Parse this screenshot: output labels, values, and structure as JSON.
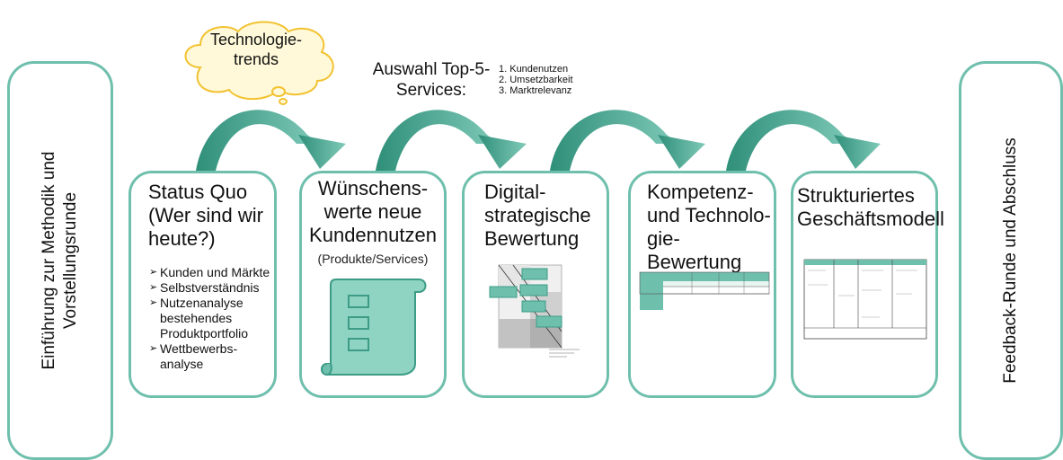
{
  "left_panel": {
    "line1": "Einführung zur Methodik und",
    "line2": "Vorstellungsrunde"
  },
  "right_panel": {
    "text": "Feedback-Runde und Abschluss"
  },
  "cloud": {
    "line1": "Technologie-",
    "line2": "trends"
  },
  "selection": {
    "title_line1": "Auswahl Top-5-",
    "title_line2": "Services:",
    "criteria": [
      "1. Kundenutzen",
      "2. Umsetzbarkeit",
      "3. Marktrelevanz"
    ]
  },
  "stages": [
    {
      "title_lines": [
        "Status Quo",
        "(Wer sind wir",
        "heute?)"
      ],
      "bullets": [
        "Kunden und Märkte",
        "Selbstverständnis",
        "Nutzenanalyse bestehendes Produktportfolio",
        "Wettbewerbs-analyse"
      ]
    },
    {
      "title_lines": [
        "Wünschens-",
        "werte neue",
        "Kundennutzen"
      ],
      "subtitle": "(Produkte/Services)"
    },
    {
      "title_lines": [
        "Digital-",
        "strategische",
        "Bewertung"
      ]
    },
    {
      "title_lines": [
        "Kompetenz-",
        "und Technolo-",
        "gie-Bewertung"
      ]
    },
    {
      "title_lines": [
        "Strukturiertes",
        "Geschäftsmodell"
      ]
    }
  ],
  "colors": {
    "accent": "#6fbfad",
    "accent_dark": "#3d9c86",
    "scroll_fill": "#8fd3c3",
    "cloud_fill": "#fff9d9",
    "cloud_stroke": "#f2c230"
  }
}
